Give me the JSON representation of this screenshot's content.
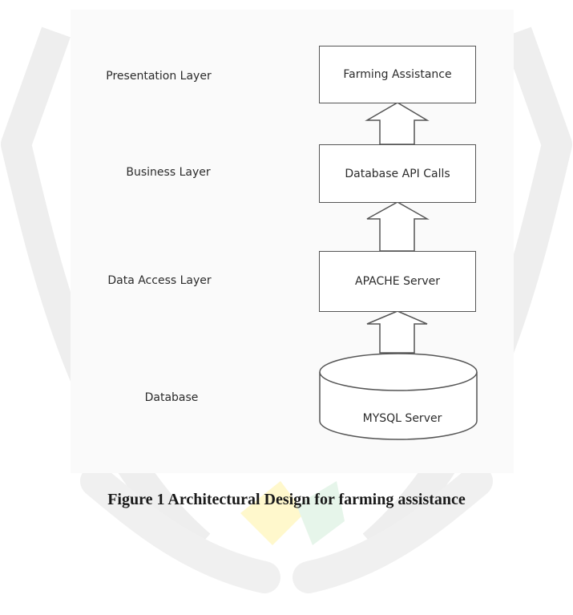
{
  "layers": [
    {
      "label": "Presentation Layer",
      "component": "Farming Assistance"
    },
    {
      "label": "Business Layer",
      "component": "Database API Calls"
    },
    {
      "label": "Data Access Layer",
      "component": "APACHE Server"
    },
    {
      "label": "Database",
      "component": "MYSQL Server"
    }
  ],
  "caption": "Figure 1 Architectural Design for farming assistance",
  "colors": {
    "background": "#ffffff",
    "panel": "#fafafa",
    "stroke": "#555555",
    "text": "#2b2b2b",
    "watermark_gray": "#eeeeee",
    "watermark_yellow": "#fff8cc",
    "watermark_green": "#e6f5ea"
  }
}
